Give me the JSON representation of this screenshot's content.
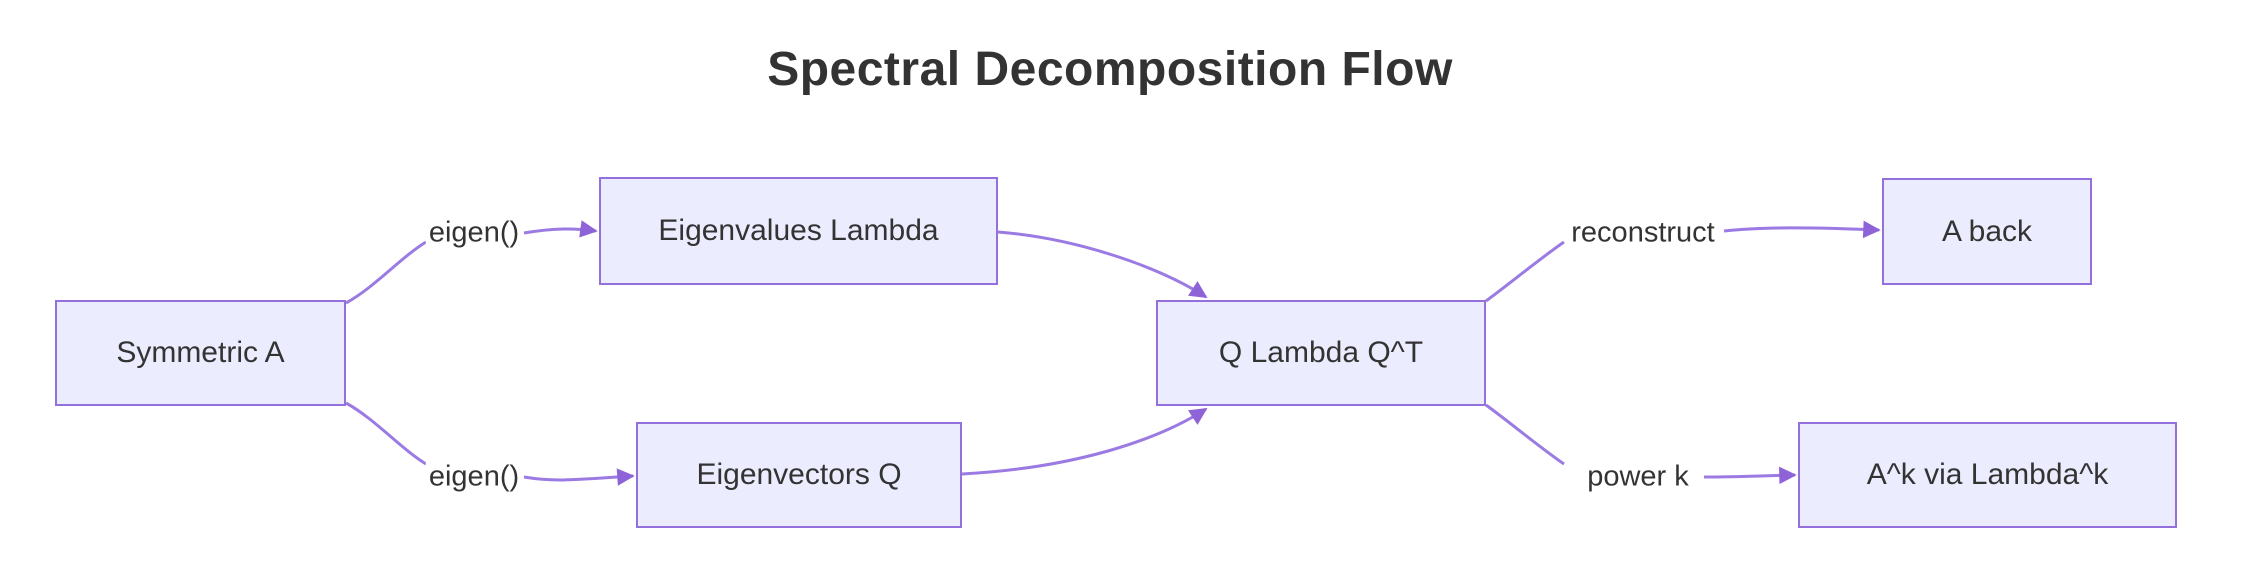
{
  "title": "Spectral Decomposition Flow",
  "diagram": {
    "type": "flowchart-left-to-right",
    "nodes": [
      {
        "id": "symmetric-a",
        "label": "Symmetric A"
      },
      {
        "id": "eigenvalues-lambda",
        "label": "Eigenvalues Lambda"
      },
      {
        "id": "eigenvectors-q",
        "label": "Eigenvectors Q"
      },
      {
        "id": "q-lambda-qt",
        "label": "Q Lambda Q^T"
      },
      {
        "id": "a-back",
        "label": "A back"
      },
      {
        "id": "ak-via-lambdak",
        "label": "A^k via Lambda^k"
      }
    ],
    "edges": [
      {
        "from": "Symmetric A",
        "to": "Eigenvalues Lambda",
        "label": "eigen()"
      },
      {
        "from": "Symmetric A",
        "to": "Eigenvectors Q",
        "label": "eigen()"
      },
      {
        "from": "Eigenvalues Lambda",
        "to": "Q Lambda Q^T",
        "label": ""
      },
      {
        "from": "Eigenvectors Q",
        "to": "Q Lambda Q^T",
        "label": ""
      },
      {
        "from": "Q Lambda Q^T",
        "to": "A back",
        "label": "reconstruct"
      },
      {
        "from": "Q Lambda Q^T",
        "to": "A^k via Lambda^k",
        "label": "power k"
      }
    ],
    "colors": {
      "node_fill": "#ECECFF",
      "node_border": "#9370DB",
      "edge": "#9b7be3",
      "arrow": "#8f63d8",
      "text": "#333333"
    }
  }
}
